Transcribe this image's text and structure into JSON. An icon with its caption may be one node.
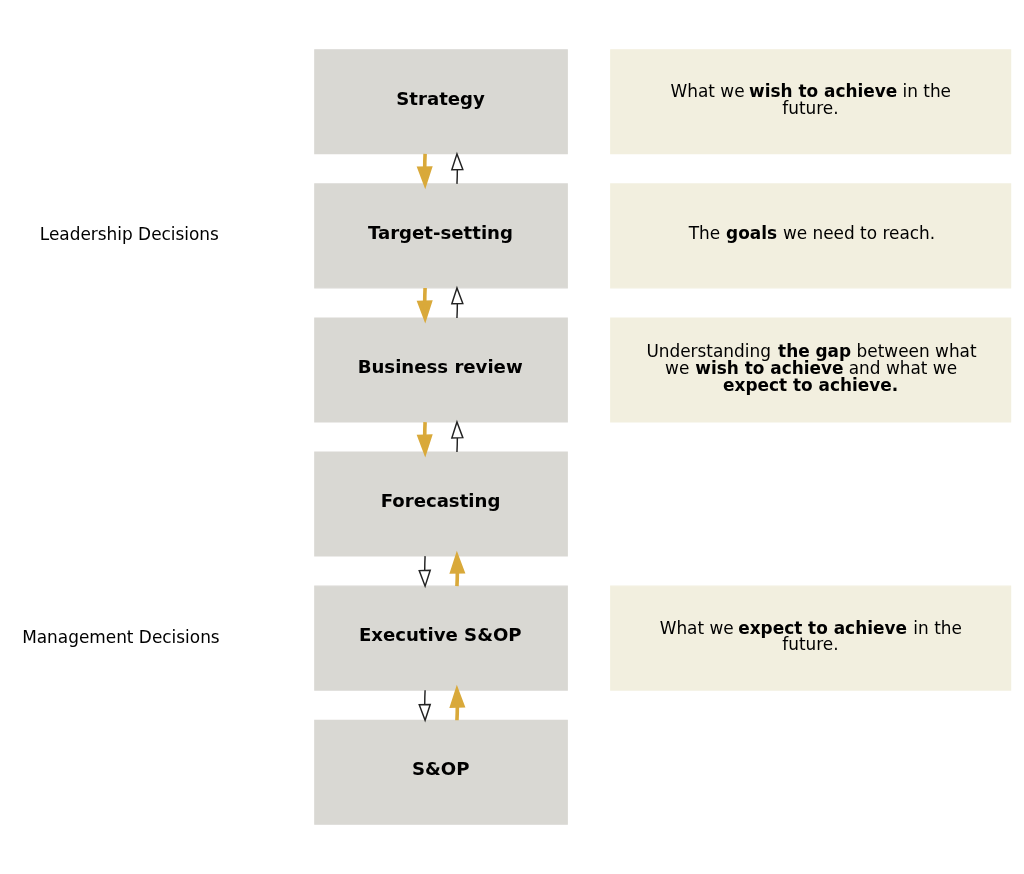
{
  "diagram": {
    "nodes": [
      {
        "text": [
          "Strategy"
        ]
      },
      {
        "text": [
          "Target-setting"
        ]
      },
      {
        "text": [
          "Business review"
        ]
      },
      {
        "text": [
          "Forecasting"
        ]
      },
      {
        "text": [
          "Executive S&OP"
        ]
      },
      {
        "text": [
          "S&OP"
        ]
      },
      {
        "text": [
          "What we **wish to achieve** in the future."
        ]
      },
      {
        "text": [
          "The **goals** we need to reach."
        ]
      },
      {
        "text": [
          "Understanding **the gap** between what we **wish to achieve** and what we **expect to achieve.**"
        ]
      },
      {
        "text": [
          "What we **expect to achieve** in the future."
        ]
      }
    ],
    "edges": [
      {
        "from": 1,
        "to": 0,
        "arrow": "to"
      },
      {
        "from": 0,
        "to": 1,
        "arrow": "to",
        "style": "thick",
        "color": "#d9a93a"
      },
      {
        "from": 2,
        "to": 1,
        "arrow": "to"
      },
      {
        "from": 1,
        "to": 2,
        "arrow": "to",
        "style": "thick",
        "color": "#d9a93a"
      },
      {
        "from": 3,
        "to": 2,
        "arrow": "to"
      },
      {
        "from": 2,
        "to": 3,
        "arrow": "to",
        "style": "thick",
        "color": "#d9a93a"
      },
      {
        "from": 3,
        "to": 4,
        "arrow": "to"
      },
      {
        "from": 4,
        "to": 3,
        "arrow": "to",
        "style": "thick",
        "color": "#d9a93a"
      },
      {
        "from": 4,
        "to": 5,
        "arrow": "to"
      },
      {
        "from": 5,
        "to": 4,
        "arrow": "to",
        "style": "thick",
        "color": "#d9a93a"
      }
    ],
    "labels": [
      "Leadership Decisions",
      "Management Decisions"
    ]
  }
}
